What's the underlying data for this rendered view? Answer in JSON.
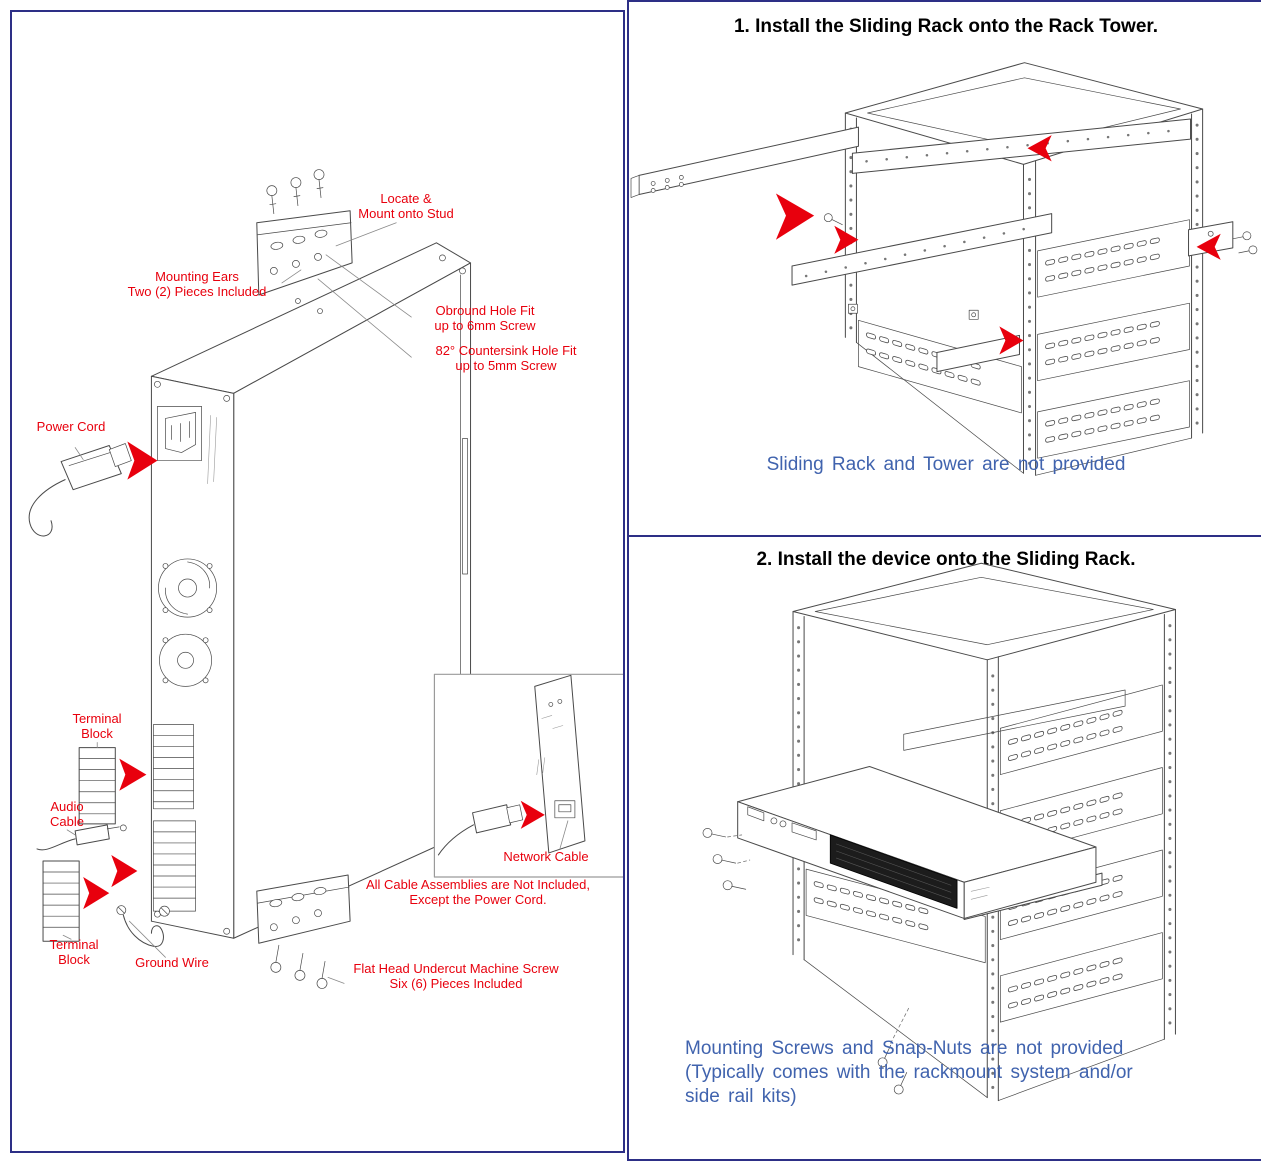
{
  "colors": {
    "label_red": "#e8000d",
    "note_blue": "#4063ae",
    "panel_border_navy": "#2d2f86",
    "line_gray": "#4a4a4a"
  },
  "left_panel": {
    "labels": {
      "locate_mount": "Locate &\nMount onto Stud",
      "mounting_ears": "Mounting Ears\nTwo (2) Pieces Included",
      "obround_hole": "Obround Hole Fit\nup to 6mm Screw",
      "countersink_hole": "82° Countersink Hole Fit\nup to 5mm Screw",
      "power_cord": "Power Cord",
      "terminal_block_upper": "Terminal\nBlock",
      "audio_cable": "Audio\nCable",
      "terminal_block_lower": "Terminal\nBlock",
      "ground_wire": "Ground Wire",
      "network_cable": "Network Cable",
      "cable_note": "All Cable Assemblies are Not Included,\nExcept the Power Cord.",
      "flat_head_screw": "Flat Head Undercut Machine Screw\nSix (6) Pieces Included"
    }
  },
  "step1": {
    "title": "1. Install the Sliding Rack onto the Rack Tower.",
    "note": "Sliding Rack and Tower are not provided"
  },
  "step2": {
    "title": "2. Install the device onto the Sliding Rack.",
    "note": "Mounting Screws and Snap-Nuts are not provided\n(Typically comes with the rackmount system and/or\nside rail kits)"
  }
}
